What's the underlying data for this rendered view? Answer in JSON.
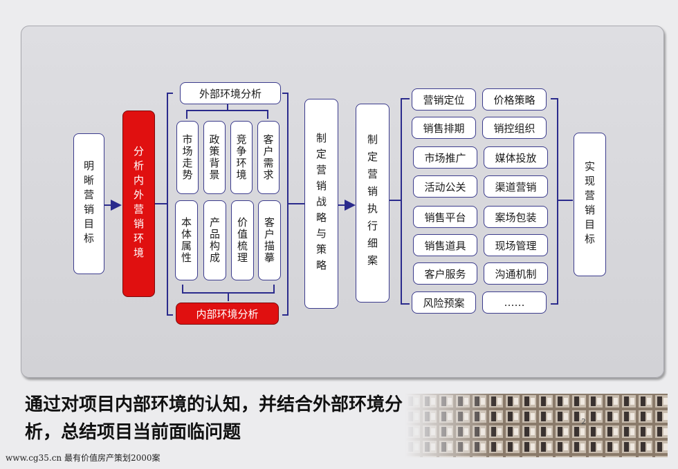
{
  "left_goal": "明晰营销目标",
  "analysis": "分析内外营销环境",
  "external": {
    "title": "外部环境分析",
    "items": [
      "市场走势",
      "政策背景",
      "竞争环境",
      "客户需求"
    ]
  },
  "internal": {
    "title": "内部环境分析",
    "items": [
      "本体属性",
      "产品构成",
      "价值梳理",
      "客户描摹"
    ]
  },
  "strategy": "制定营销战略与策略",
  "execution": "制定营销执行细案",
  "tasks": [
    [
      "营销定位",
      "价格策略"
    ],
    [
      "销售排期",
      "销控组织"
    ],
    [
      "市场推广",
      "媒体投放"
    ],
    [
      "活动公关",
      "渠道营销"
    ],
    [
      "销售平台",
      "案场包装"
    ],
    [
      "销售道具",
      "现场管理"
    ],
    [
      "客户服务",
      "沟通机制"
    ],
    [
      "风险预案",
      "……"
    ]
  ],
  "right_goal": "实现营销目标",
  "caption": "通过对项目内部环境的认知，并结合外部环境分析，总结项目当前面临问题",
  "footer": "www.cg35.cn 最有价值房产策划2000案",
  "page_number": "2"
}
